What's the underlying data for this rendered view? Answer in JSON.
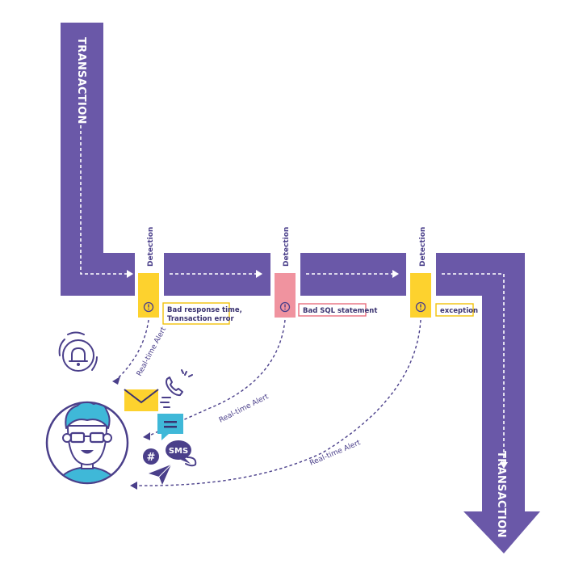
{
  "pipe": {
    "label_in": "TRANSACTION",
    "label_out": "TRANSACTION",
    "color": "#6a58a8"
  },
  "detections": [
    {
      "label": "Detection",
      "message_line1": "Bad response time,",
      "message_line2": "Transaction error",
      "severity_color": "#fdd22e",
      "border_color": "#f2c20a"
    },
    {
      "label": "Detection",
      "message_line1": "Bad SQL statement",
      "message_line2": "",
      "severity_color": "#f0939f",
      "border_color": "#e8707f"
    },
    {
      "label": "Detection",
      "message_line1": "exception",
      "message_line2": "",
      "severity_color": "#fdd22e",
      "border_color": "#f2c20a"
    }
  ],
  "alerts": {
    "label_1": "Real-time Alert",
    "label_2": "Real-time Alert",
    "label_3": "Real-time Alert"
  },
  "channels": {
    "sms_label": "SMS",
    "hash_label": "#",
    "icons": [
      "bell-icon",
      "email-icon",
      "phone-icon",
      "chat-icon",
      "sms-icon",
      "hashtag-icon",
      "paper-plane-icon",
      "user-avatar"
    ]
  }
}
